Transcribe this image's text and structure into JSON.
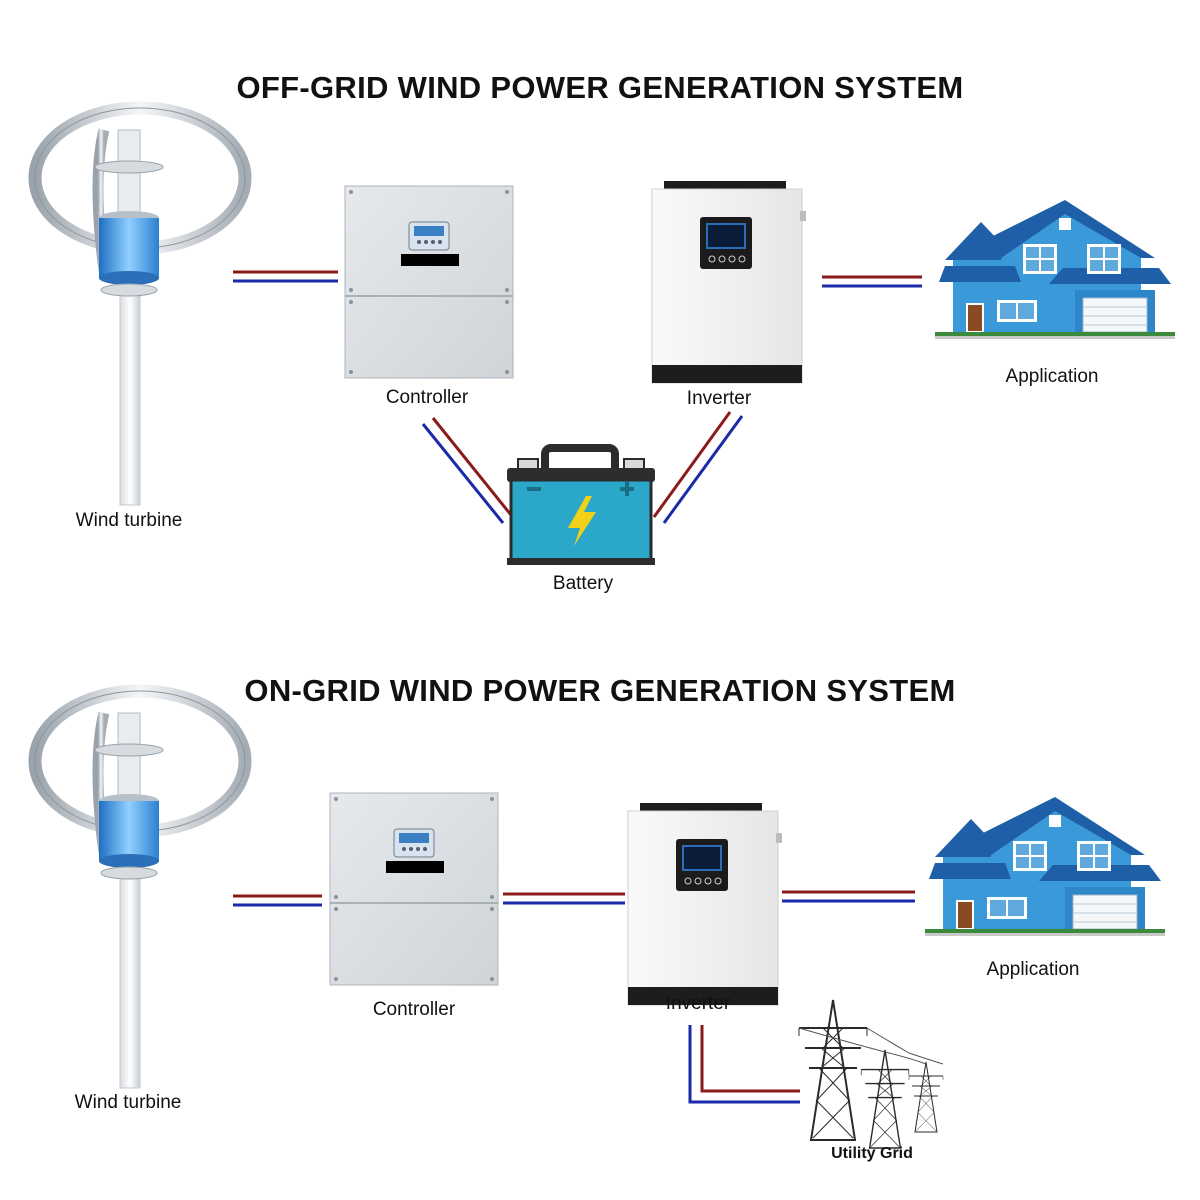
{
  "offgrid": {
    "title": "OFF-GRID WIND POWER GENERATION SYSTEM",
    "labels": {
      "wind_turbine": "Wind turbine",
      "controller": "Controller",
      "inverter": "Inverter",
      "application": "Application",
      "battery": "Battery"
    }
  },
  "ongrid": {
    "title": "ON-GRID WIND POWER GENERATION SYSTEM",
    "labels": {
      "wind_turbine": "Wind turbine",
      "controller": "Controller",
      "inverter": "Inverter",
      "application": "Application",
      "utility_grid": "Utility Grid"
    }
  },
  "colors": {
    "wire_positive": "#8b1a1a",
    "wire_negative": "#1a2aa8",
    "house_blue": "#3a9ad9",
    "house_roof": "#1e5fa8",
    "battery_body": "#2aa7c9",
    "bolt": "#f2d11a"
  }
}
